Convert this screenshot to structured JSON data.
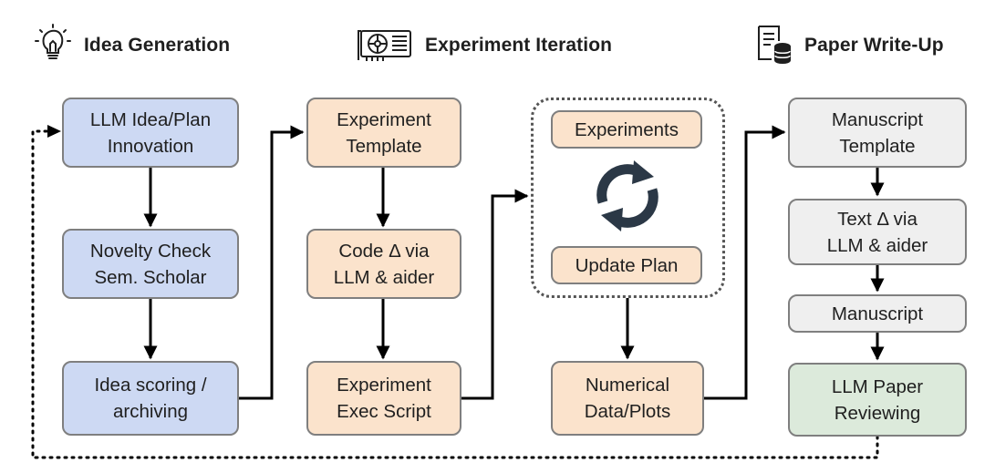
{
  "headers": {
    "idea": "Idea Generation",
    "experiment": "Experiment Iteration",
    "paper": "Paper Write-Up"
  },
  "nodes": {
    "idea_plan": "LLM Idea/Plan\nInnovation",
    "novelty": "Novelty Check\nSem. Scholar",
    "scoring": "Idea scoring /\narchiving",
    "exp_template": "Experiment\nTemplate",
    "code_delta": "Code Δ via\nLLM & aider",
    "exec_script": "Experiment\nExec Script",
    "experiments": "Experiments",
    "update_plan": "Update Plan",
    "numerical": "Numerical\nData/Plots",
    "manuscript_template": "Manuscript\nTemplate",
    "text_delta": "Text Δ via\nLLM & aider",
    "manuscript": "Manuscript",
    "reviewing": "LLM Paper\nReviewing"
  },
  "icons": {
    "idea": "lightbulb-icon",
    "experiment": "gpu-card-icon",
    "paper": "document-database-icon",
    "loop": "cycle-arrows-icon"
  },
  "colors": {
    "blue": "#cdd9f3",
    "peach": "#fbe3cc",
    "gray": "#efefef",
    "green": "#dceadb",
    "loop_icon": "#2b3846"
  }
}
